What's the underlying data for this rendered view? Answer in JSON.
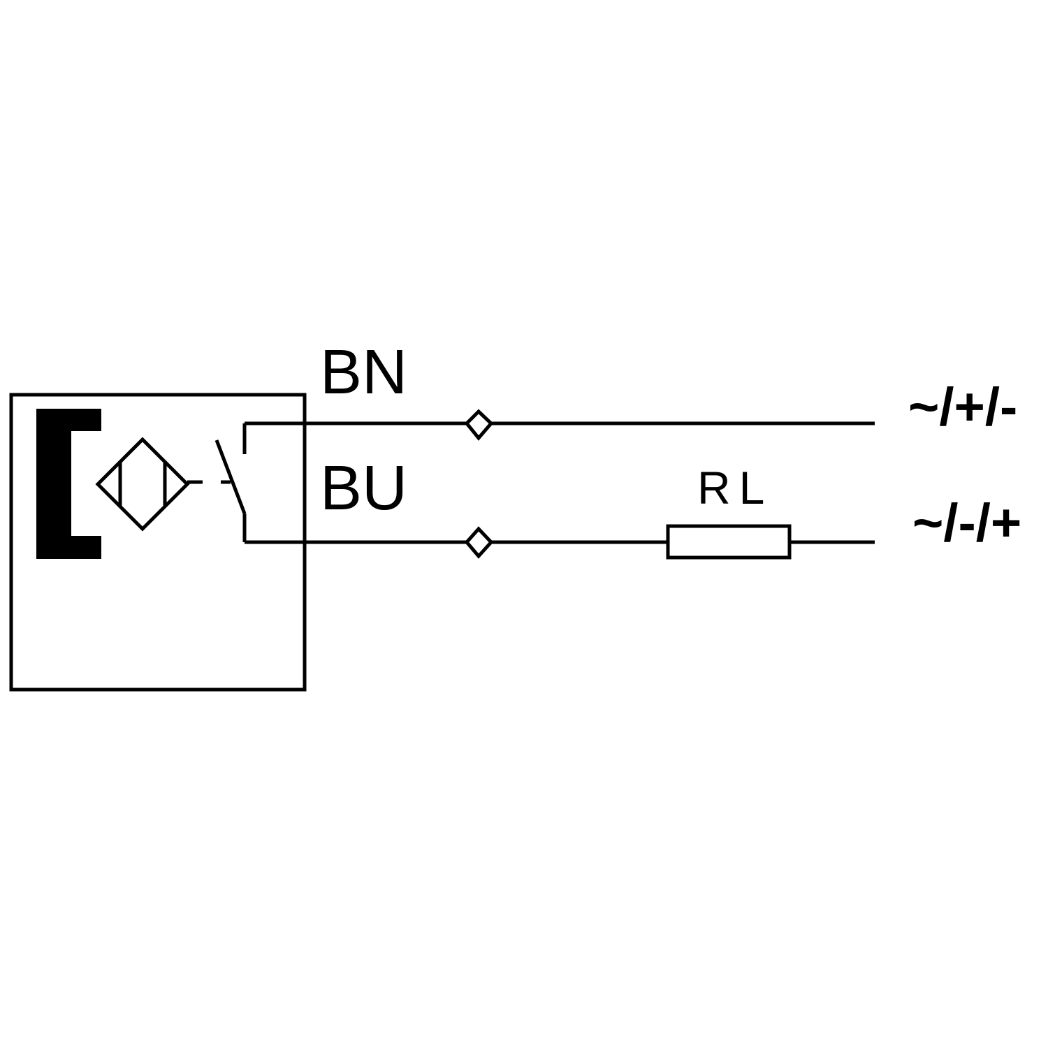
{
  "colors": {
    "line": "#000000",
    "background": "#ffffff"
  },
  "wires": {
    "top_label": "BN",
    "bottom_label": "BU"
  },
  "resistor": {
    "label": "RL"
  },
  "terminals": {
    "top": "~/+/-",
    "bottom": "~/-/+"
  },
  "icons": {
    "sensor_face": "sensor-face-bracket-icon",
    "inductive_sensor": "inductive-sensor-diamond-icon",
    "switch": "normally-open-switch-icon",
    "connector": "connector-diamond-icon",
    "load": "resistor-icon"
  }
}
